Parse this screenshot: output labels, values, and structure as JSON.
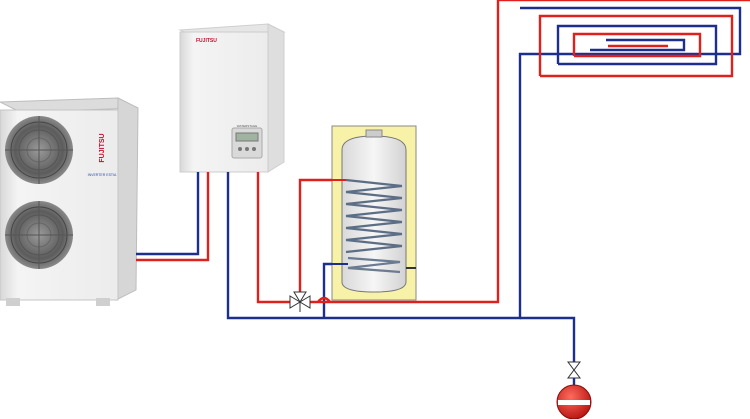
{
  "outdoor_unit": {
    "brand": "FUJITSU",
    "sub_label": "INVERTER ESTIA"
  },
  "indoor_unit": {
    "brand": "FUJITSU",
    "panel_label": "WATERSTAGE"
  },
  "colors": {
    "supply_pipe": "#e0201c",
    "return_pipe": "#1c2f8c",
    "tank_insulation": "#f7f2a8",
    "tank_body": "#eeeeee",
    "expansion_vessel": "#e0201c"
  },
  "icons": [
    "three-way-valve-icon",
    "shutoff-valve-icon",
    "expansion-vessel-icon",
    "floor-heating-coil-icon"
  ]
}
